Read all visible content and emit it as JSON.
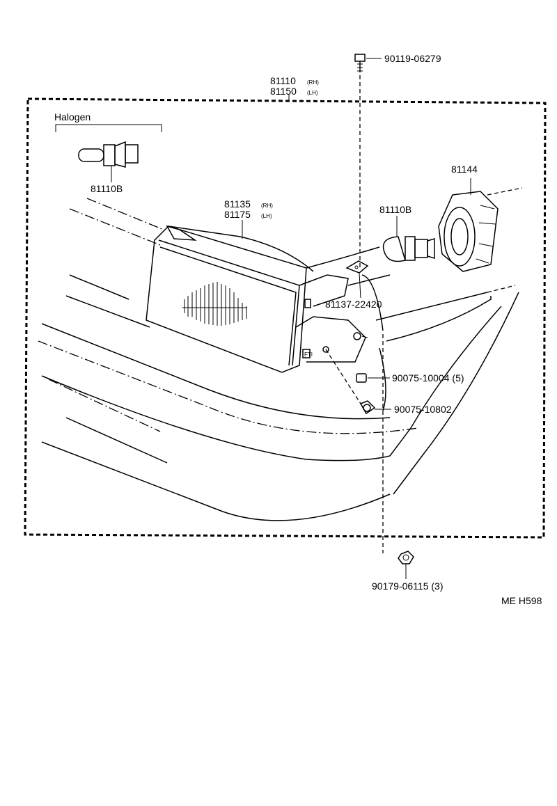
{
  "labels": {
    "bolt": "90119-06279",
    "assy_rh": "81110",
    "assy_rh_suffix": "(RH)",
    "assy_lh": "81150",
    "assy_lh_suffix": "(LH)",
    "halogen": "Halogen",
    "bulb_halogen": "81110B",
    "unit_rh": "81135",
    "unit_rh_suffix": "(RH)",
    "unit_lh": "81175",
    "unit_lh_suffix": "(LH)",
    "bulb": "81110B",
    "cover": "81144",
    "bracket": "81137-22420",
    "clip": "90075-10004 (5)",
    "grommet": "90075-10802",
    "nut": "90179-06115 (3)",
    "ref_code": "ME H598"
  }
}
